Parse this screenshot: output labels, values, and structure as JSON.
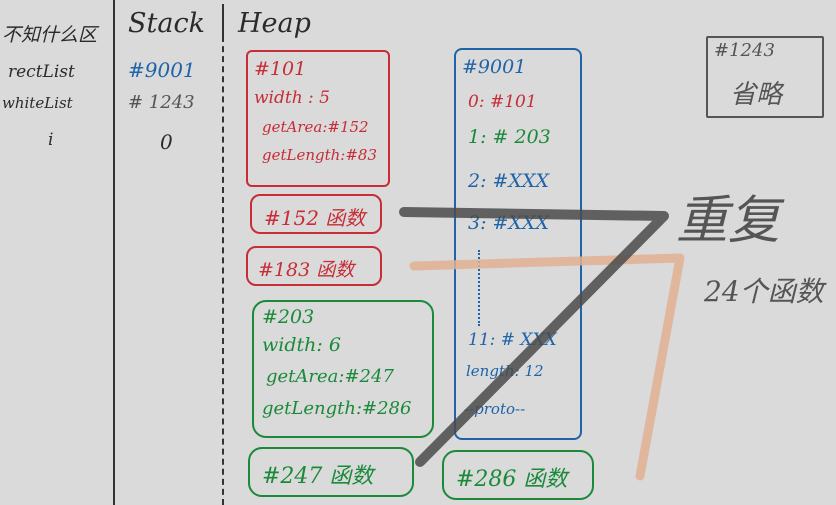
{
  "columns": {
    "unknown": "不知什么区",
    "stack": "Stack",
    "heap": "Heap"
  },
  "variables": [
    {
      "name": "rectList",
      "value": "#9001"
    },
    {
      "name": "whiteList",
      "value": "# 1243"
    },
    {
      "name": "i",
      "value": "0"
    }
  ],
  "obj101": {
    "id": "#101",
    "width": "width : 5",
    "getArea": "getArea:#152",
    "getLength": "getLength:#83"
  },
  "func152": "#152 函数",
  "func183": "#183 函数",
  "obj203": {
    "id": "#203",
    "width": "width: 6",
    "getArea": "getArea:#247",
    "getLength": "getLength:#286"
  },
  "func247": "#247 函数",
  "func286": "#286 函数",
  "array9001": {
    "id": "#9001",
    "items": [
      "0: #101",
      "1: # 203",
      "2: #XXX",
      "3: #XXX"
    ],
    "item11": "11: # XXX",
    "length": "length: 12",
    "proto": "--proto--"
  },
  "obj1243": {
    "id": "#1243",
    "note": "省略"
  },
  "annotation": {
    "repeat": "重复",
    "count": "24个函数"
  },
  "colors": {
    "red": "#c62d36",
    "green": "#1a8a3a",
    "blue": "#1f63a8",
    "gray": "#4a4a4a"
  }
}
